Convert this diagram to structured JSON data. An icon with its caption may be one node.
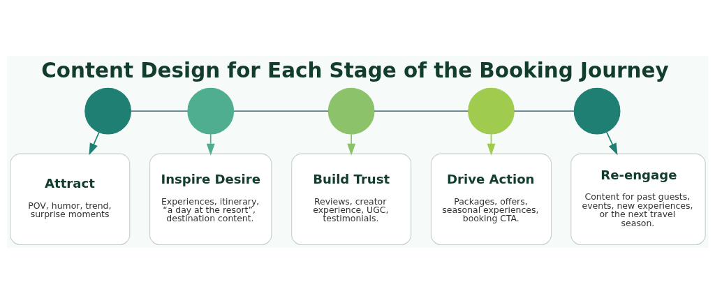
{
  "diagram": {
    "title": "Content Design for Each Stage of the Booking Journey",
    "nodes": [
      {
        "text": [],
        "shape": "circle"
      },
      {
        "text": [],
        "shape": "circle"
      },
      {
        "text": [],
        "shape": "circle"
      },
      {
        "text": [],
        "shape": "circle"
      },
      {
        "text": [],
        "shape": "circle"
      },
      {
        "text": [
          "Attract",
          "POV, humor, trend, surprise moments"
        ]
      },
      {
        "text": [
          "Inspire Desire",
          "Experiences, itinerary, “a day at the resort”, destination content."
        ]
      },
      {
        "text": [
          "Build Trust",
          "Reviews, creator experience, UGC, testimonials."
        ]
      },
      {
        "text": [
          "Drive Action",
          "Packages, offers, seasonal experiences, booking CTA."
        ]
      },
      {
        "text": [
          "Re-engage",
          "Content for past guests, events, new experiences, or the next travel season."
        ]
      }
    ],
    "edges": [
      {
        "from": 0,
        "to": 1,
        "arrow": "none"
      },
      {
        "from": 1,
        "to": 2,
        "arrow": "none"
      },
      {
        "from": 2,
        "to": 3,
        "arrow": "none"
      },
      {
        "from": 3,
        "to": 4,
        "arrow": "none"
      },
      {
        "from": 0,
        "to": 5,
        "arrow": "to"
      },
      {
        "from": 1,
        "to": 6,
        "arrow": "to"
      },
      {
        "from": 2,
        "to": 7,
        "arrow": "to"
      },
      {
        "from": 3,
        "to": 8,
        "arrow": "to"
      },
      {
        "from": 4,
        "to": 9,
        "arrow": "to"
      }
    ]
  }
}
